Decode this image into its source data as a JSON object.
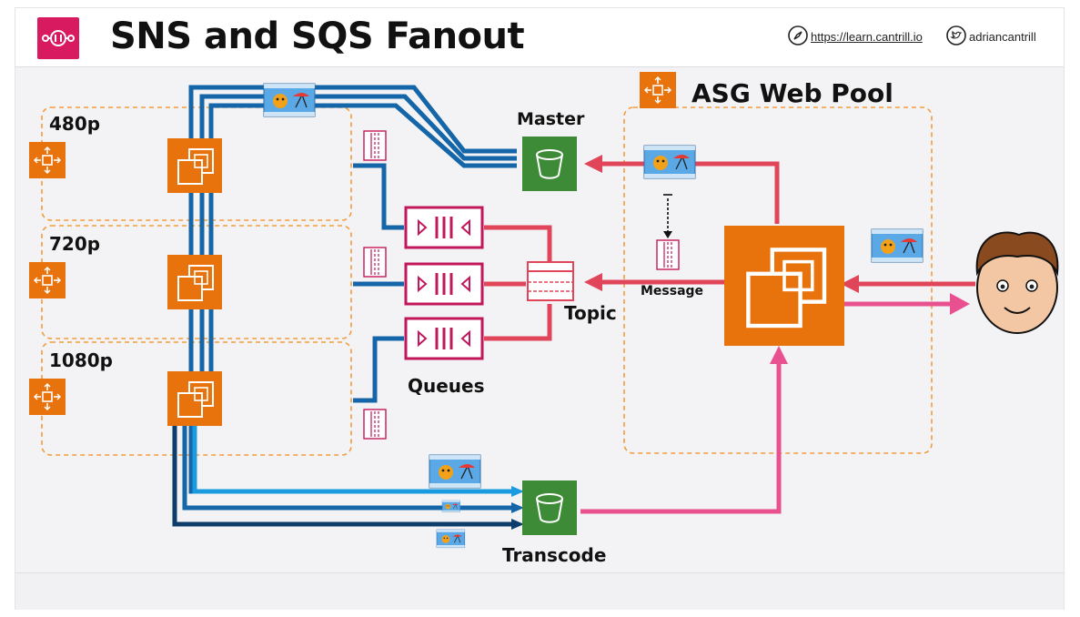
{
  "header": {
    "title": "SNS and SQS Fanout",
    "website": "https://learn.cantrill.io",
    "twitter_handle": "adriancantrill",
    "logo_icon": "sns-sqs-fanout-icon",
    "website_icon": "compass-icon",
    "twitter_icon": "twitter-bird-icon"
  },
  "diagram": {
    "asg_pool_title": "ASG Web Pool",
    "asg_groups": [
      {
        "label": "480p"
      },
      {
        "label": "720p"
      },
      {
        "label": "1080p"
      }
    ],
    "master_bucket_label": "Master",
    "transcode_bucket_label": "Transcode",
    "queues_label": "Queues",
    "topic_label": "Topic",
    "message_label": "Message",
    "icons": [
      "auto-scaling-icon",
      "ec2-instance-icon",
      "s3-bucket-icon",
      "sqs-queue-icon",
      "sns-topic-icon",
      "video-file-icon",
      "message-icon",
      "user-avatar-icon"
    ]
  },
  "colors": {
    "brand_pink": "#d81b60",
    "aws_orange": "#e8730c",
    "s3_green": "#3d8b37",
    "flow_blue": "#1466a8",
    "flow_light_blue": "#1a9be0",
    "flow_navy": "#0c3d6b",
    "sns_red": "#e04559",
    "user_pink": "#e8508f",
    "sqs_magenta": "#c2185b"
  }
}
